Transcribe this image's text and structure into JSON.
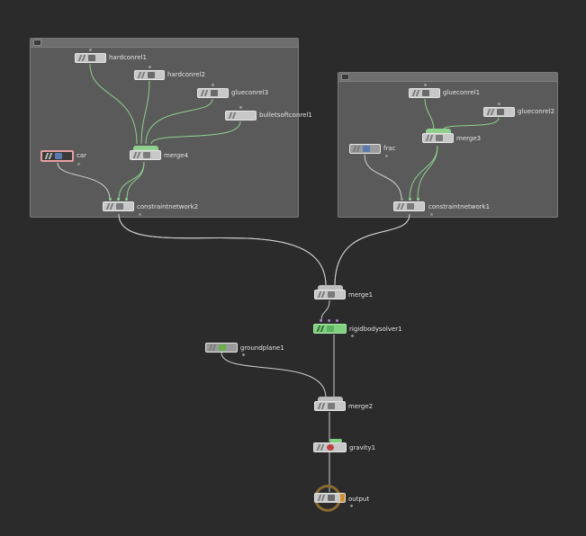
{
  "network_boxes": [
    {
      "id": "box-left",
      "collapse_icon": "minus-icon"
    },
    {
      "id": "box-right",
      "collapse_icon": "minus-icon"
    }
  ],
  "nodes": {
    "hardconrel1": "hardconrel1",
    "hardconrel2": "hardconrel2",
    "glueconrel3": "glueconrel3",
    "bulletsoftconrel1": "bulletsoftconrel1",
    "car": "car",
    "merge4": "merge4",
    "constraintnetwork2": "constraintnetwork2",
    "glueconrel1": "glueconrel1",
    "glueconrel2": "glueconrel2",
    "frac": "frac",
    "merge3": "merge3",
    "constraintnetwork1": "constraintnetwork1",
    "merge1": "merge1",
    "rigidbodysolver1": "rigidbodysolver1",
    "groundplane1": "groundplane1",
    "merge2": "merge2",
    "gravity1": "gravity1",
    "output": "output"
  },
  "colors": {
    "background": "#2b2b2b",
    "netbox": "#5a5a5a",
    "wire_green": "#8fd08f",
    "wire_gray": "#cfcfcf",
    "solver_green": "#7fd07f",
    "car_outline": "#e8a0a0",
    "output_ring": "#8a6a30"
  }
}
